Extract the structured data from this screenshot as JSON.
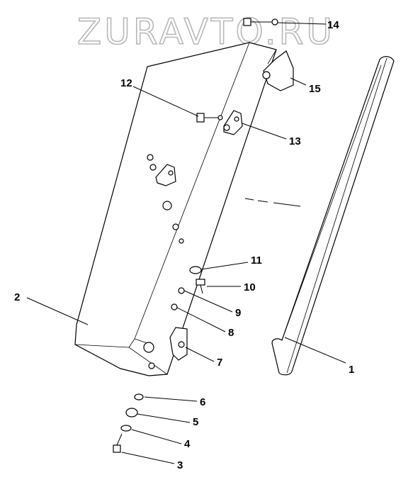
{
  "watermark": "ZURAVTO.RU",
  "callouts": [
    {
      "id": "c1",
      "label": "1"
    },
    {
      "id": "c2",
      "label": "2"
    },
    {
      "id": "c3",
      "label": "3"
    },
    {
      "id": "c4",
      "label": "4"
    },
    {
      "id": "c5",
      "label": "5"
    },
    {
      "id": "c6",
      "label": "6"
    },
    {
      "id": "c7",
      "label": "7"
    },
    {
      "id": "c8",
      "label": "8"
    },
    {
      "id": "c9",
      "label": "9"
    },
    {
      "id": "c10",
      "label": "10"
    },
    {
      "id": "c11",
      "label": "11"
    },
    {
      "id": "c12",
      "label": "12"
    },
    {
      "id": "c13",
      "label": "13"
    },
    {
      "id": "c14",
      "label": "14"
    },
    {
      "id": "c15",
      "label": "15"
    }
  ]
}
